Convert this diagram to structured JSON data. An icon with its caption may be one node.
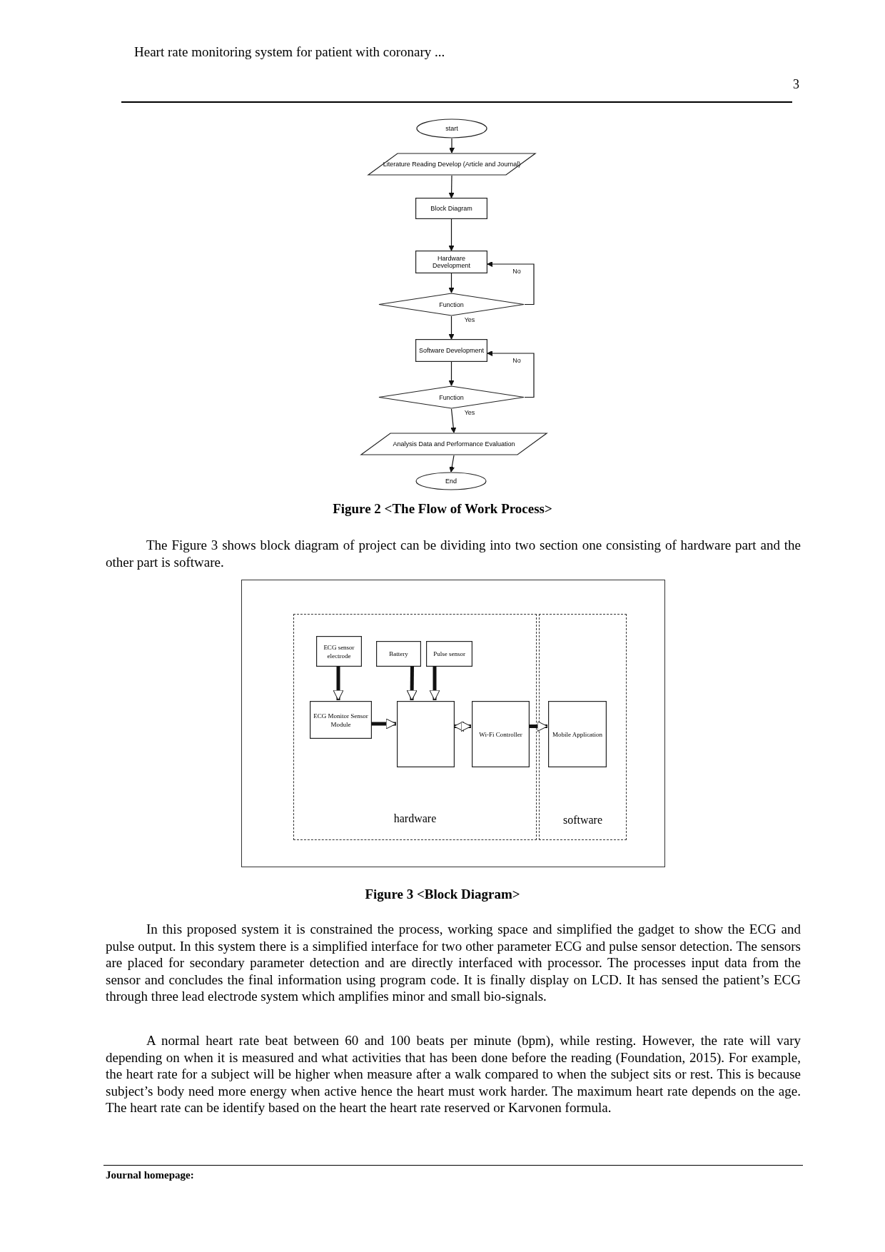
{
  "diagram": {
    "nodes": [
      {
        "text": [
          "start"
        ]
      },
      {
        "text": [
          "Literature Reading Develop (Article and Journal)"
        ]
      },
      {
        "text": [
          "Block Diagram"
        ]
      },
      {
        "text": [
          "Hardware Development"
        ]
      },
      {
        "text": [
          "Function"
        ]
      },
      {
        "text": [
          "Software Development"
        ]
      },
      {
        "text": [
          "Function"
        ]
      },
      {
        "text": [
          "Analysis Data and Performance Evaluation"
        ]
      },
      {
        "text": [
          "End"
        ]
      },
      {
        "text": [
          "hardware"
        ]
      },
      {
        "text": [
          "ECG sensor electrode"
        ],
        "in": 9
      },
      {
        "text": [
          "Battery"
        ],
        "in": 9
      },
      {
        "text": [
          "Pulse sensor"
        ],
        "in": 9
      },
      {
        "text": [
          "ECG Monitor Sensor Module"
        ],
        "in": 9
      },
      {
        "text": [],
        "shape": "box",
        "in": 9
      },
      {
        "text": [
          "Wi-Fi Controller"
        ],
        "in": 9
      },
      {
        "text": [
          "software"
        ]
      },
      {
        "text": [
          "Mobile Application"
        ],
        "in": 16
      }
    ],
    "edges": [
      {
        "from": 0,
        "to": 1,
        "arrow": "to"
      },
      {
        "from": 1,
        "to": 2,
        "arrow": "to"
      },
      {
        "from": 2,
        "to": 3,
        "arrow": "to"
      },
      {
        "from": 3,
        "to": 4,
        "arrow": "to"
      },
      {
        "from": 4,
        "to": 5,
        "arrow": "to",
        "label": "Yes"
      },
      {
        "from": 4,
        "to": 3,
        "arrow": "to",
        "label": "No"
      },
      {
        "from": 5,
        "to": 6,
        "arrow": "to"
      },
      {
        "from": 6,
        "to": 7,
        "arrow": "to",
        "label": "Yes"
      },
      {
        "from": 6,
        "to": 5,
        "arrow": "to",
        "label": "No"
      },
      {
        "from": 7,
        "to": 8,
        "arrow": "to"
      },
      {
        "from": 10,
        "to": 13,
        "arrow": "to",
        "style": "thick"
      },
      {
        "from": 11,
        "to": 14,
        "arrow": "to",
        "style": "thick"
      },
      {
        "from": 12,
        "to": 14,
        "arrow": "to",
        "style": "thick"
      },
      {
        "from": 13,
        "to": 14,
        "arrow": "to",
        "style": "thick"
      },
      {
        "from": 14,
        "to": 15,
        "arrow": "both",
        "style": "thick"
      },
      {
        "from": 15,
        "to": 17,
        "arrow": "to",
        "style": "thick"
      }
    ],
    "labels": [
      "Heart rate monitoring system for patient with coronary ...",
      "3",
      "Figure 2 <The Flow of Work Process>",
      "The Figure 3 shows block diagram of project can be dividing into two section one consisting of hardware part and the other part is software.",
      "Figure 3 <Block Diagram>",
      "In this proposed system it is constrained the process, working space and simplified the gadget to show the ECG and pulse output. In this system there is a simplified interface for two other parameter ECG and pulse sensor detection. The sensors are placed for secondary parameter detection and are directly interfaced with processor. The processes input data from the sensor and concludes the final information using program code. It is finally display on LCD. It has sensed the patient’s ECG through three lead electrode system which amplifies minor and small bio-signals.",
      "A normal heart rate beat between 60 and 100 beats per minute (bpm), while resting. However, the rate will vary depending on when it is measured and what activities that has been done before the reading (Foundation, 2015). For example, the heart rate for a subject will be higher when measure after a walk compared to when the subject sits or rest. This is because subject’s body need more energy when active hence the heart must work harder. The maximum heart rate depends on the age. The heart rate can be identify based on the heart the heart rate reserved or Karvonen formula.",
      "Journal homepage:"
    ]
  }
}
